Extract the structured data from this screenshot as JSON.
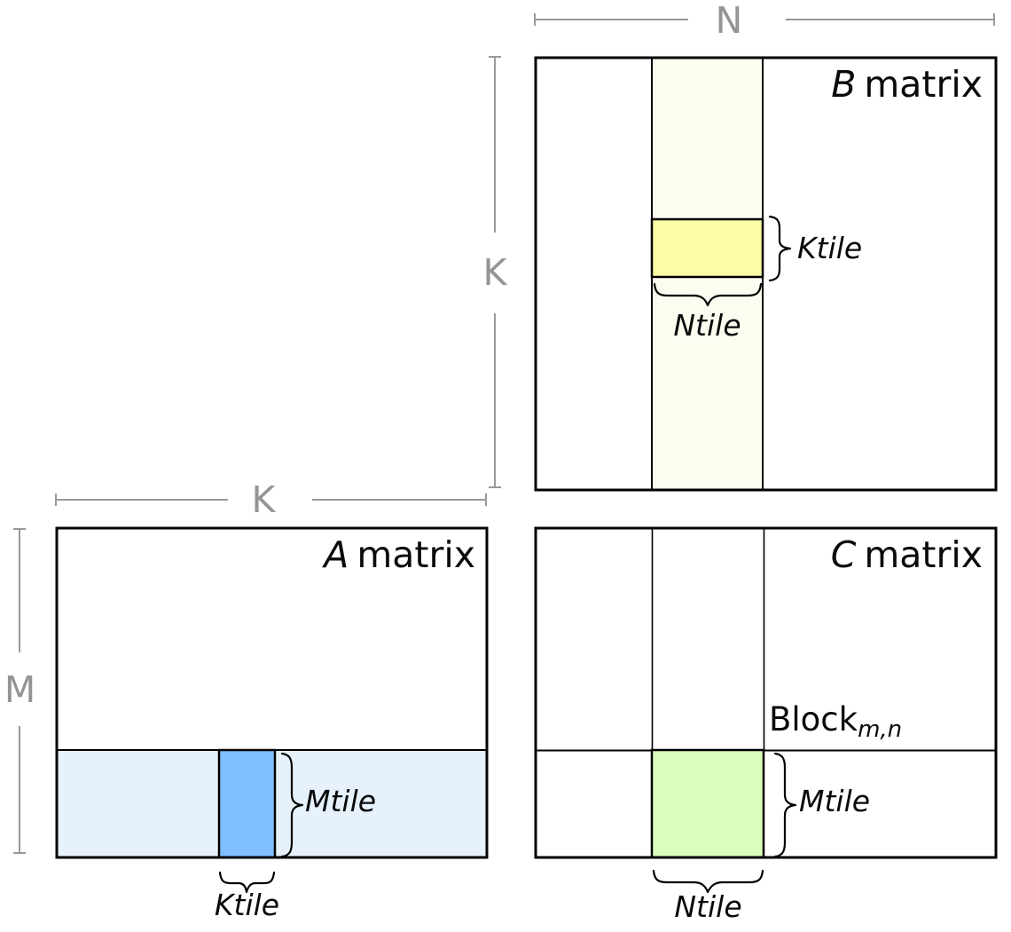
{
  "diagram": {
    "matrix_b": {
      "letter": "B",
      "word": "matrix"
    },
    "matrix_a": {
      "letter": "A",
      "word": "matrix"
    },
    "matrix_c": {
      "letter": "C",
      "word": "matrix"
    },
    "block": {
      "text": "Block",
      "subscript": "m,n"
    },
    "dims": {
      "n": "N",
      "k_b": "K",
      "k_a": "K",
      "m": "M"
    },
    "tiles": {
      "b_ktile": "Ktile",
      "b_ntile": "Ntile",
      "a_mtile": "Mtile",
      "a_ktile": "Ktile",
      "c_mtile": "Mtile",
      "c_ntile": "Ntile"
    },
    "colors": {
      "b_strip_fill": "#FDFCF0",
      "b_tile_fill": "#FCFCA6",
      "a_strip_fill": "#E7F1FC",
      "a_tile_fill": "#7FBFFF",
      "c_tile_fill": "#DCFCBB",
      "outline": "#000000",
      "dimension_gray": "#999999"
    }
  }
}
